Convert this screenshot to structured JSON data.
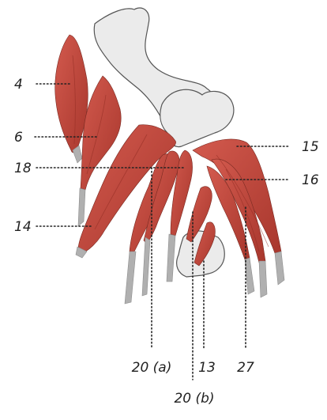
{
  "colors": {
    "muscle": "#c8473d",
    "muscle_dark": "#a3352c",
    "bone": "#ebebeb",
    "tendon": "#b0b0b0",
    "label": "#222222"
  },
  "labels": {
    "l4": "4",
    "l6": "6",
    "l18": "18",
    "l14": "14",
    "l15": "15",
    "l16": "16",
    "l20a": "20 (a)",
    "l13": "13",
    "l27": "27",
    "l20b": "20 (b)"
  }
}
